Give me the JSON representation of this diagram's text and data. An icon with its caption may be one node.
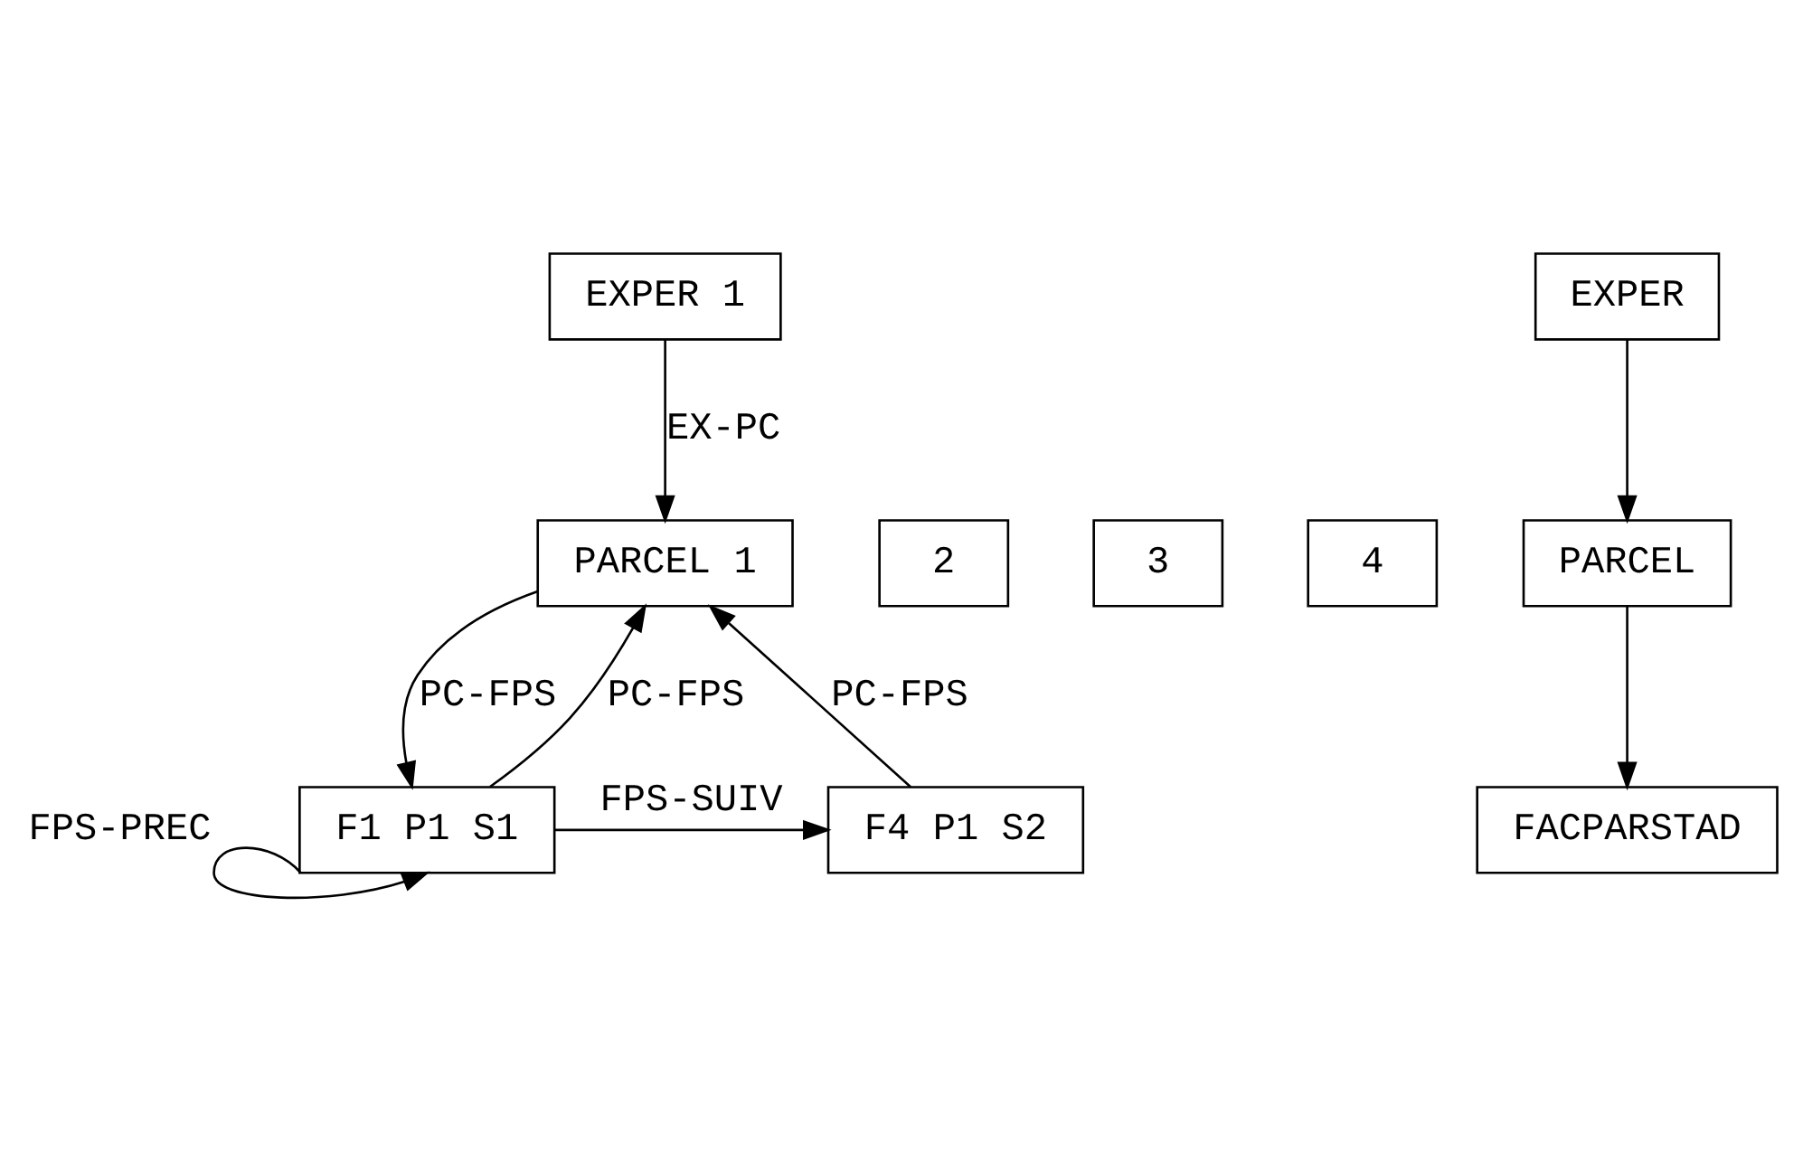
{
  "diagram": {
    "nodes": [
      {
        "text": [
          "EXPER 1"
        ]
      },
      {
        "text": [
          "PARCEL 1"
        ]
      },
      {
        "text": [
          "2"
        ]
      },
      {
        "text": [
          "3"
        ]
      },
      {
        "text": [
          "4"
        ]
      },
      {
        "text": [
          "F1 P1 S1"
        ]
      },
      {
        "text": [
          "F4 P1 S2"
        ]
      },
      {
        "text": [
          "EXPER"
        ]
      },
      {
        "text": [
          "PARCEL"
        ]
      },
      {
        "text": [
          "FACPARSTAD"
        ]
      }
    ],
    "edges": [
      {
        "from": 0,
        "to": 1,
        "arrow": "to",
        "label": "EX-PC"
      },
      {
        "from": 1,
        "to": 5,
        "arrow": "to",
        "label": "PC-FPS"
      },
      {
        "from": 5,
        "to": 1,
        "arrow": "to",
        "label": "PC-FPS"
      },
      {
        "from": 6,
        "to": 1,
        "arrow": "to",
        "label": "PC-FPS"
      },
      {
        "from": 5,
        "to": 6,
        "arrow": "to",
        "label": "FPS-SUIV"
      },
      {
        "from": 5,
        "to": 5,
        "arrow": "to",
        "label": "FPS-PREC"
      },
      {
        "from": 7,
        "to": 8,
        "arrow": "to"
      },
      {
        "from": 8,
        "to": 9,
        "arrow": "to"
      }
    ]
  }
}
